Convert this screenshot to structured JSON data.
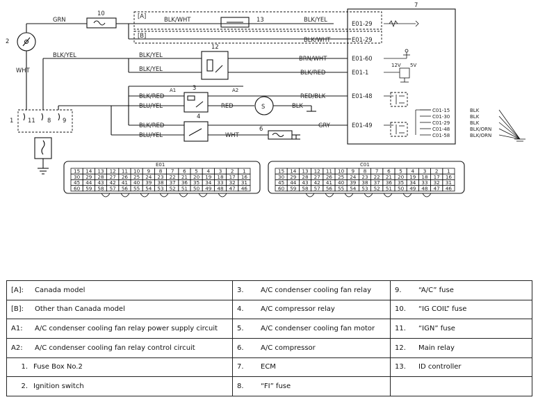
{
  "diagram": {
    "regions": {
      "canada": "[A]",
      "other": "[B]"
    },
    "component_numbers": {
      "c2": "2",
      "c3": "3",
      "c4": "4",
      "c5": "S",
      "c6": "6",
      "c7": "7",
      "c10": "10",
      "c12": "12",
      "c13": "13",
      "c1": "1"
    },
    "fuse_numbers": {
      "f11": "11",
      "f8": "8",
      "f9": "9"
    },
    "markers": {
      "a1": "A1",
      "a2": "A2"
    },
    "wires": {
      "grn": "GRN",
      "wht_ign": "WHT",
      "blk_yel_left": "BLK/YEL",
      "blk_wht_a": "BLK/WHT",
      "blk_yel_a": "BLK/YEL",
      "blk_wht_b": "BLK/WHT",
      "blk_yel_r12a": "BLK/YEL",
      "blk_yel_r12b": "BLK/YEL",
      "brn_wht": "BRN/WHT",
      "blk_red_12": "BLK/RED",
      "blk_red_3": "BLK/RED",
      "red_blk": "RED/BLK",
      "blu_yel_3": "BLU/YEL",
      "red_motor": "RED",
      "blk_motor": "BLK",
      "blk_red_4": "BLK/RED",
      "gry": "GRY",
      "blu_yel_4": "BLU/YEL",
      "wht_comp": "WHT"
    },
    "ecm_pins": {
      "e0129a": "E01-29",
      "e0129b": "E01-29",
      "e0160": "E01-60",
      "e011": "E01-1",
      "e0148": "E01-48",
      "e0149": "E01-49"
    },
    "voltages": {
      "v12": "12V",
      "v5": "5V"
    },
    "ground_pins": [
      {
        "pin": "C01-15",
        "wire": "BLK"
      },
      {
        "pin": "C01-30",
        "wire": "BLK"
      },
      {
        "pin": "C01-29",
        "wire": "BLK"
      },
      {
        "pin": "C01-48",
        "wire": "BLK/ORN"
      },
      {
        "pin": "C01-58",
        "wire": "BLK/ORN"
      }
    ],
    "connectors": [
      {
        "title": "E01",
        "rows": [
          [
            "15",
            "14",
            "13",
            "12",
            "11",
            "10",
            "9",
            "8",
            "7",
            "6",
            "5",
            "4",
            "3",
            "2",
            "1"
          ],
          [
            "30",
            "29",
            "28",
            "27",
            "26",
            "25",
            "24",
            "23",
            "22",
            "21",
            "20",
            "19",
            "18",
            "17",
            "16"
          ],
          [
            "45",
            "44",
            "43",
            "42",
            "41",
            "40",
            "39",
            "38",
            "37",
            "36",
            "35",
            "34",
            "33",
            "32",
            "31"
          ],
          [
            "60",
            "59",
            "58",
            "57",
            "56",
            "55",
            "54",
            "53",
            "52",
            "51",
            "50",
            "49",
            "48",
            "47",
            "46"
          ]
        ]
      },
      {
        "title": "C01",
        "rows": [
          [
            "15",
            "14",
            "13",
            "12",
            "11",
            "10",
            "9",
            "8",
            "7",
            "6",
            "5",
            "4",
            "3",
            "2",
            "1"
          ],
          [
            "30",
            "29",
            "28",
            "27",
            "26",
            "25",
            "24",
            "23",
            "22",
            "21",
            "20",
            "19",
            "18",
            "17",
            "16"
          ],
          [
            "45",
            "44",
            "43",
            "42",
            "41",
            "40",
            "39",
            "38",
            "37",
            "36",
            "35",
            "34",
            "33",
            "32",
            "31"
          ],
          [
            "60",
            "59",
            "58",
            "57",
            "56",
            "55",
            "54",
            "53",
            "52",
            "51",
            "50",
            "49",
            "48",
            "47",
            "46"
          ]
        ]
      }
    ]
  },
  "legend": {
    "rows": [
      [
        {
          "key": "[A]:",
          "text": "Canada model"
        },
        {
          "key": "3.",
          "text": "A/C condenser cooling fan relay"
        },
        {
          "key": "9.",
          "text": "“A/C” fuse"
        }
      ],
      [
        {
          "key": "[B]:",
          "text": "Other than Canada model"
        },
        {
          "key": "4.",
          "text": "A/C compressor relay"
        },
        {
          "key": "10.",
          "text": "“IG COIL” fuse"
        }
      ],
      [
        {
          "key": "A1:",
          "text": "A/C condenser cooling fan relay power supply circuit"
        },
        {
          "key": "5.",
          "text": "A/C condenser cooling fan motor"
        },
        {
          "key": "11.",
          "text": "“IGN” fuse"
        }
      ],
      [
        {
          "key": "A2:",
          "text": "A/C condenser cooling fan relay control circuit"
        },
        {
          "key": "6.",
          "text": "A/C compressor"
        },
        {
          "key": "12.",
          "text": "Main relay"
        }
      ],
      [
        {
          "key": "1.",
          "text": "Fuse Box No.2"
        },
        {
          "key": "7.",
          "text": "ECM"
        },
        {
          "key": "13.",
          "text": "ID controller"
        }
      ],
      [
        {
          "key": "2.",
          "text": "Ignition switch"
        },
        {
          "key": "8.",
          "text": "“FI” fuse"
        },
        {
          "key": "",
          "text": ""
        }
      ]
    ]
  }
}
